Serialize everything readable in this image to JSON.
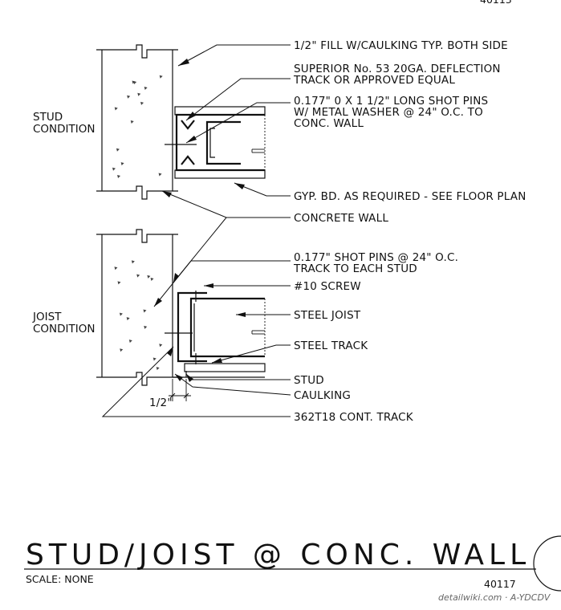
{
  "top_cropped_number": "40113",
  "conditions": {
    "stud": [
      "STUD",
      "CONDITION"
    ],
    "joist": [
      "JOIST",
      "CONDITION"
    ]
  },
  "callouts": {
    "fill_caulking": "1/2\" FILL W/CAULKING TYP. BOTH SIDE",
    "deflection_track": [
      "SUPERIOR No. 53 20GA. DEFLECTION",
      "TRACK OR APPROVED EQUAL"
    ],
    "shot_pins_long": [
      "0.177\" 0 X 1 1/2\" LONG SHOT PINS",
      "W/ METAL WASHER @ 24\" O.C. TO",
      "CONC. WALL"
    ],
    "gyp_bd": "GYP. BD. AS REQUIRED - SEE FLOOR PLAN",
    "concrete_wall": "CONCRETE WALL",
    "shot_pins": [
      "0.177\" SHOT PINS @ 24\" O.C.",
      "TRACK TO EACH STUD"
    ],
    "screw": "#10 SCREW",
    "steel_joist": "STEEL JOIST",
    "steel_track": "STEEL TRACK",
    "stud": "STUD",
    "caulking": "CAULKING",
    "cont_track": "362T18 CONT. TRACK"
  },
  "dimension": "1/2\"",
  "title": "STUD/JOIST @ CONC. WALL",
  "scale": "SCALE: NONE",
  "sheet_number": "40117",
  "watermark": "detailwiki.com · A-YDCDV"
}
